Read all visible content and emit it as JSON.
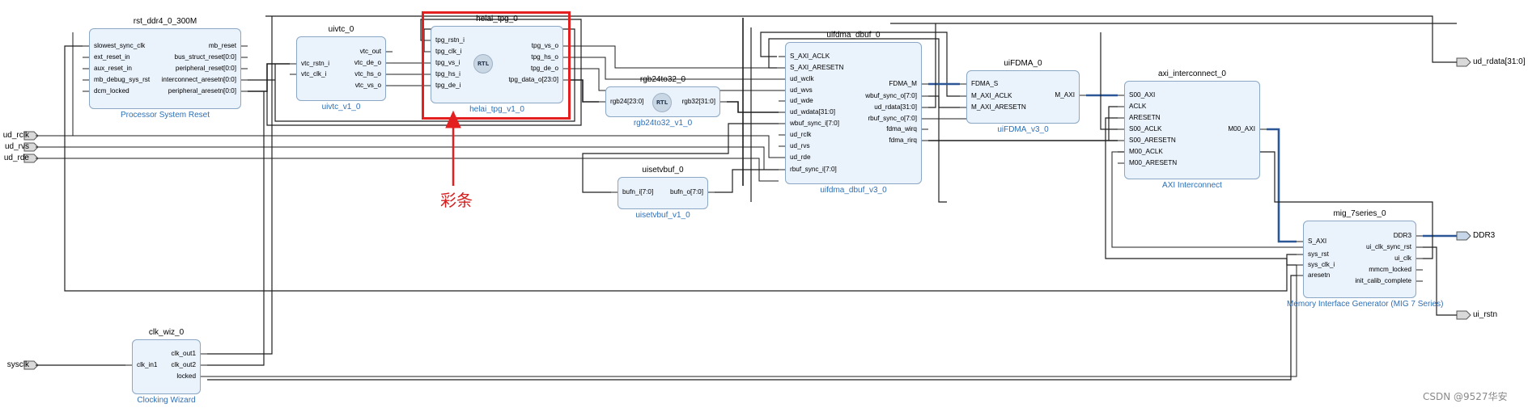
{
  "blocks": {
    "rst": {
      "name": "rst_ddr4_0_300M",
      "type": "Processor System Reset",
      "in": [
        "slowest_sync_clk",
        "ext_reset_in",
        "aux_reset_in",
        "mb_debug_sys_rst",
        "dcm_locked"
      ],
      "out": [
        "mb_reset",
        "bus_struct_reset[0:0]",
        "peripheral_reset[0:0]",
        "interconnect_aresetn[0:0]",
        "peripheral_aresetn[0:0]"
      ]
    },
    "uivtc": {
      "name": "uivtc_0",
      "type": "uivtc_v1_0",
      "in": [
        "vtc_rstn_i",
        "vtc_clk_i"
      ],
      "out": [
        "vtc_out",
        "vtc_de_o",
        "vtc_hs_o",
        "vtc_vs_o"
      ]
    },
    "tpg": {
      "name": "helai_tpg_0",
      "type": "helai_tpg_v1_0",
      "badge": "RTL",
      "in": [
        "tpg_rstn_i",
        "tpg_clk_i",
        "tpg_vs_i",
        "tpg_hs_i",
        "tpg_de_i"
      ],
      "out": [
        "tpg_vs_o",
        "tpg_hs_o",
        "tpg_de_o",
        "tpg_data_o[23:0]"
      ]
    },
    "rgb": {
      "name": "rgb24to32_0",
      "type": "rgb24to32_v1_0",
      "badge": "RTL",
      "in": [
        "rgb24[23:0]"
      ],
      "out": [
        "rgb32[31:0]"
      ]
    },
    "uise": {
      "name": "uisetvbuf_0",
      "type": "uisetvbuf_v1_0",
      "in": [
        "bufn_i[7:0]"
      ],
      "out": [
        "bufn_o[7:0]"
      ]
    },
    "dbuf": {
      "name": "uifdma_dbuf_0",
      "type": "uifdma_dbuf_v3_0",
      "in": [
        "S_AXI_ACLK",
        "S_AXI_ARESETN",
        "ud_wclk",
        "ud_wvs",
        "ud_wde",
        "ud_wdata[31:0]",
        "wbuf_sync_i[7:0]",
        "ud_rclk",
        "ud_rvs",
        "ud_rde",
        "rbuf_sync_i[7:0]"
      ],
      "out": [
        "FDMA_M",
        "wbuf_sync_o[7:0]",
        "ud_rdata[31:0]",
        "rbuf_sync_o[7:0]",
        "fdma_wirq",
        "fdma_rirq"
      ]
    },
    "fdma": {
      "name": "uiFDMA_0",
      "type": "uiFDMA_v3_0",
      "in": [
        "FDMA_S",
        "M_AXI_ACLK",
        "M_AXI_ARESETN"
      ],
      "out": [
        "M_AXI"
      ]
    },
    "axi": {
      "name": "axi_interconnect_0",
      "type": "AXI Interconnect",
      "in": [
        "S00_AXI",
        "ACLK",
        "ARESETN",
        "S00_ACLK",
        "S00_ARESETN",
        "M00_ACLK",
        "M00_ARESETN"
      ],
      "out": [
        "M00_AXI"
      ]
    },
    "mig": {
      "name": "mig_7series_0",
      "type": "Memory Interface Generator (MIG 7 Series)",
      "in": [
        "S_AXI",
        "sys_rst",
        "sys_clk_i",
        "aresetn"
      ],
      "out": [
        "DDR3",
        "ui_clk_sync_rst",
        "ui_clk",
        "mmcm_locked",
        "init_calib_complete"
      ]
    },
    "clk": {
      "name": "clk_wiz_0",
      "type": "Clocking Wizard",
      "in": [
        "clk_in1"
      ],
      "out": [
        "clk_out1",
        "clk_out2",
        "locked"
      ]
    }
  },
  "ports": {
    "inputs": [
      "ud_rclk",
      "ud_rvs",
      "ud_rde",
      "sysclk"
    ],
    "outputs": [
      "ud_rdata[31:0]",
      "DDR3",
      "ui_rstn"
    ]
  },
  "annotation": {
    "label": "彩条",
    "color": "#e41f1f"
  },
  "watermark": "CSDN @9527华安",
  "colors": {
    "block_fill": "#eaf2fb",
    "block_border": "#8aa7c6",
    "type_text": "#2d6fb5",
    "bus": "#2b5797",
    "highlight": "#e41f1f"
  }
}
